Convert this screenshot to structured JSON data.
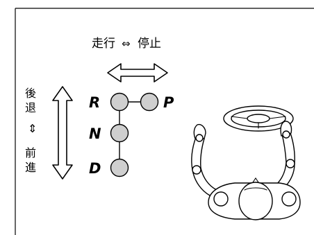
{
  "top_label": {
    "drive": "走行",
    "arrow": "⇔",
    "stop": "停止"
  },
  "side_label": {
    "reverse": [
      "後",
      "退"
    ],
    "arrow": "⇕",
    "forward": [
      "前",
      "進"
    ]
  },
  "gears": {
    "r": "R",
    "p": "P",
    "n": "N",
    "d": "D"
  },
  "colors": {
    "knob_fill": "#cfcfcf",
    "line": "#000000",
    "background": "#ffffff"
  },
  "icons": {
    "operator": "seated-operator-with-steering-wheel-icon"
  }
}
